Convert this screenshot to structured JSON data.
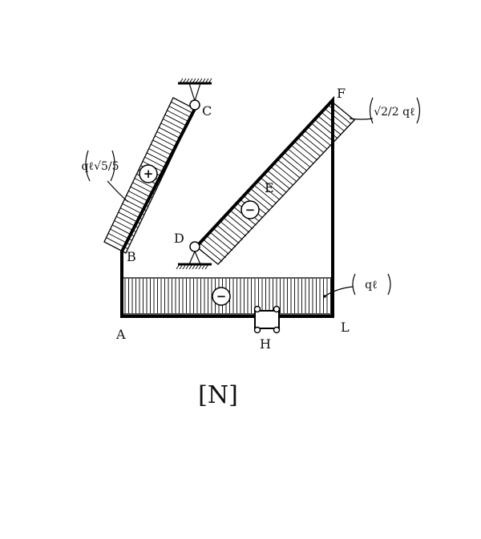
{
  "figure": {
    "unit_label": "[N]",
    "points": {
      "A": "A",
      "B": "B",
      "C": "C",
      "D": "D",
      "E": "E",
      "F": "F",
      "H": "H",
      "L": "L"
    },
    "annotations": {
      "bc_value": "qℓ√5/5",
      "df_value": "√2/2 qℓ",
      "al_value": "qℓ"
    },
    "signs": {
      "bc": "+",
      "df": "−",
      "al": "−"
    }
  }
}
